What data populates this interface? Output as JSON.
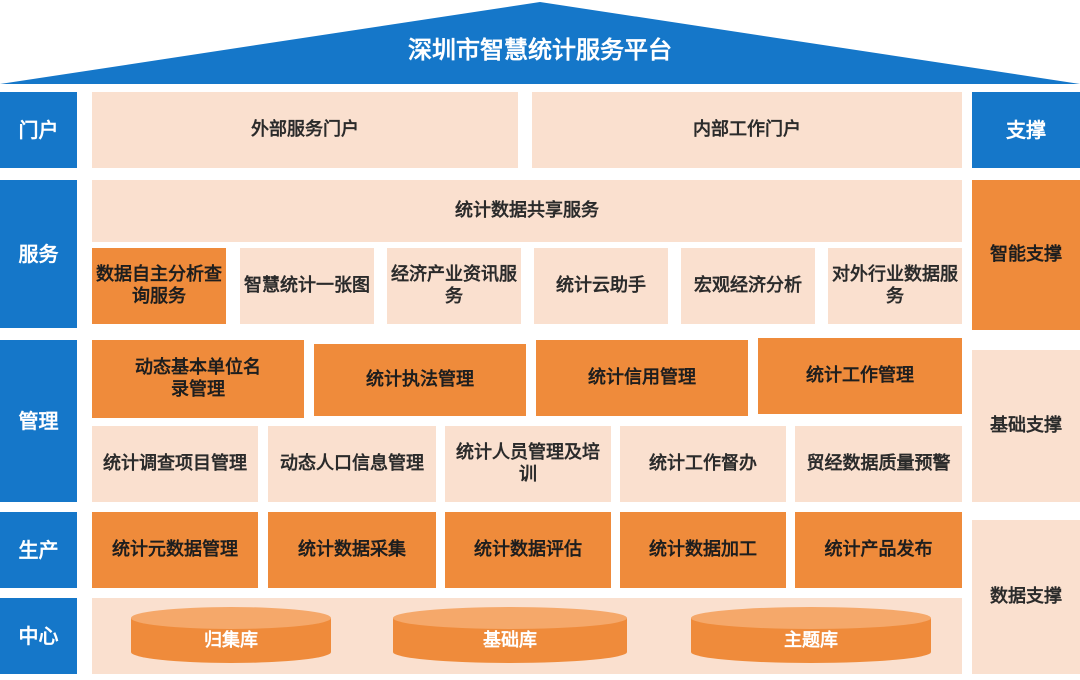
{
  "title": "深圳市智慧统计服务平台",
  "colors": {
    "blue": "#1577c9",
    "orange": "#ef8b3b",
    "light": "#fae0cf"
  },
  "left_labels": [
    "门户",
    "服务",
    "管理",
    "生产",
    "中心"
  ],
  "right": {
    "header": "支撑",
    "items": [
      "智能支撑",
      "基础支撑",
      "数据支撑"
    ]
  },
  "portal": [
    "外部服务门户",
    "内部工作门户"
  ],
  "service": {
    "shared": "统计数据共享服务",
    "items": [
      "数据自主分析查询服务",
      "智慧统计一张图",
      "经济产业资讯服务",
      "统计云助手",
      "宏观经济分析",
      "对外行业数据服务"
    ]
  },
  "management": {
    "row1": [
      "动态基本单位名录管理",
      "统计执法管理",
      "统计信用管理",
      "统计工作管理"
    ],
    "row2": [
      "统计调查项目管理",
      "动态人口信息管理",
      "统计人员管理及培训",
      "统计工作督办",
      "贸经数据质量预警"
    ]
  },
  "production": [
    "统计元数据管理",
    "统计数据采集",
    "统计数据评估",
    "统计数据加工",
    "统计产品发布"
  ],
  "center": [
    "归集库",
    "基础库",
    "主题库"
  ]
}
